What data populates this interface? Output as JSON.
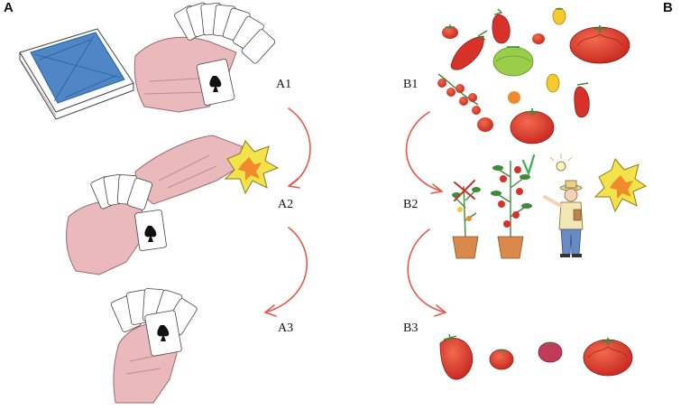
{
  "panels": {
    "a": {
      "letter": "A",
      "steps": [
        "A1",
        "A2",
        "A3"
      ]
    },
    "b": {
      "letter": "B",
      "steps": [
        "B1",
        "B2",
        "B3"
      ]
    }
  },
  "colors": {
    "arrow": "#e8584a",
    "skin": "#e9b9bc",
    "card_back": "#4f86c6",
    "burst": "#f4e24a",
    "burst_core": "#f08a2c",
    "tomato_red": "#d6322a",
    "tomato_green": "#9acd4a",
    "tomato_yellow": "#f6c92c",
    "check": "#2fb34a",
    "cross": "#c9302c",
    "pot": "#d98a4a",
    "leaf": "#3c8a3a"
  },
  "icons": [
    "card-deck-icon",
    "hand-icon",
    "playing-cards-icon",
    "explosion-icon",
    "tomato-icon",
    "tomato-plant-icon",
    "farmer-icon",
    "lightbulb-icon",
    "checkmark-icon",
    "cross-icon",
    "curved-arrow-icon"
  ]
}
